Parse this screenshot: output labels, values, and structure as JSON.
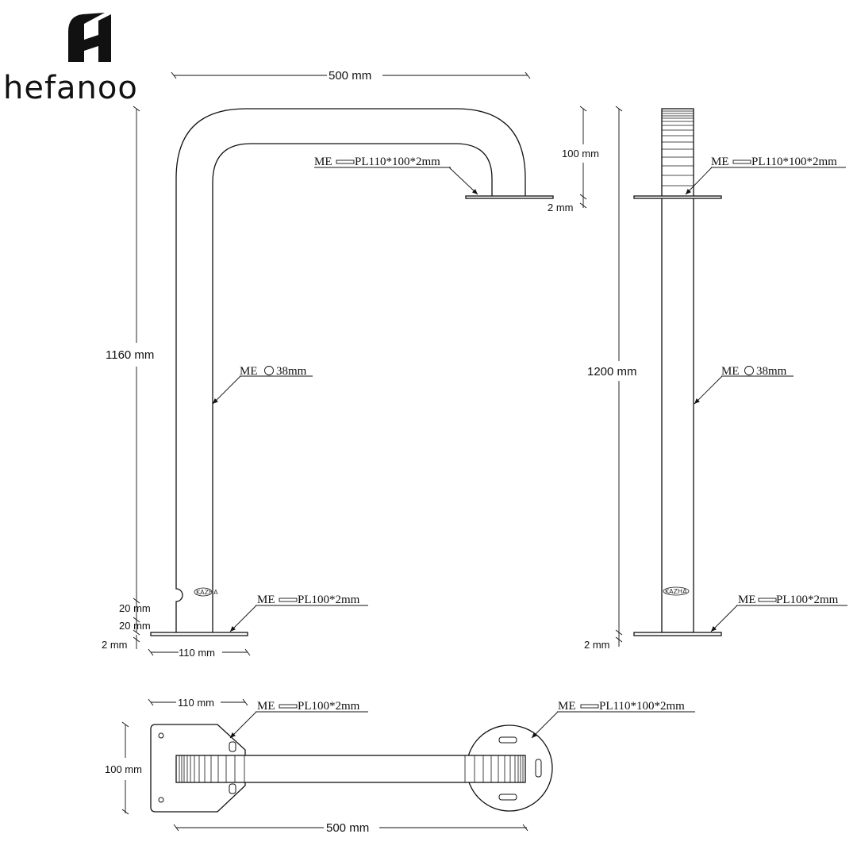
{
  "brand": {
    "name": "hefanoo",
    "logo_icon": "hefanoo-logo-icon"
  },
  "front_view": {
    "width_label": "500 mm",
    "height_label": "1160 mm",
    "top_plate_label": "ME",
    "top_plate_spec": "PL110*100*2mm",
    "tube_label": "ME",
    "tube_spec": "38mm",
    "bottom_plate_label": "ME",
    "bottom_plate_spec": "PL100*2mm",
    "top_depth_label": "100 mm",
    "top_thickness_label": "2 mm",
    "gap_upper_label": "20 mm",
    "gap_lower_label": "20 mm",
    "base_thickness_label": "2 mm",
    "base_width_label": "110 mm",
    "tag_text": "KAZHA"
  },
  "side_view": {
    "height_label": "1200 mm",
    "top_plate_label": "ME",
    "top_plate_spec": "PL110*100*2mm",
    "tube_label": "ME",
    "tube_spec": "38mm",
    "bottom_plate_label": "ME",
    "bottom_plate_spec": "PL100*2mm",
    "base_thickness_label": "2 mm",
    "tag_text": "KAZHA"
  },
  "top_view": {
    "plate_width_label": "110 mm",
    "plate_height_label": "100 mm",
    "length_label": "500 mm",
    "left_plate_label": "ME",
    "left_plate_spec": "PL100*2mm",
    "right_plate_label": "ME",
    "right_plate_spec": "PL110*100*2mm"
  }
}
